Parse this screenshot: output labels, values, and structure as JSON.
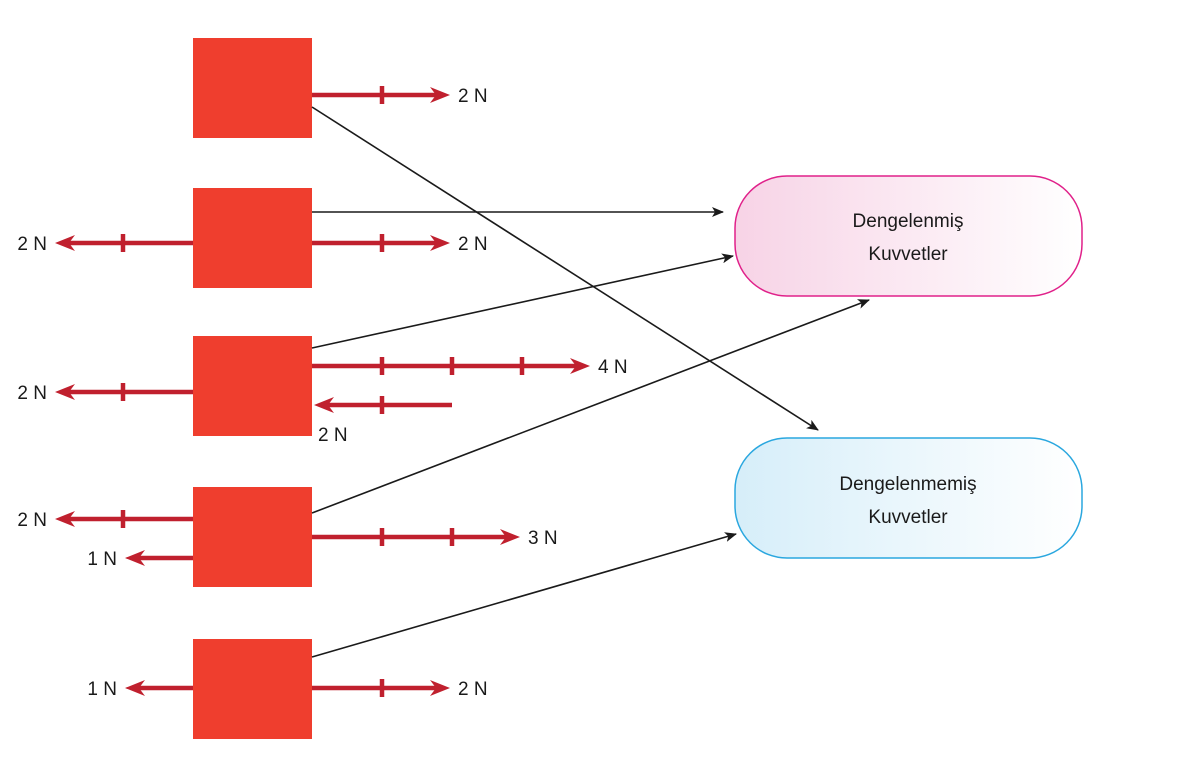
{
  "colors": {
    "box": "#ef3e2e",
    "force_arrow": "#c0202e",
    "connector": "#1a1a1a",
    "balanced_border": "#e0218a",
    "balanced_fill_start": "#f7d3e6",
    "balanced_fill_end": "#ffffff",
    "unbalanced_border": "#2aa7df",
    "unbalanced_fill_start": "#d6eef9",
    "unbalanced_fill_end": "#ffffff"
  },
  "categories": [
    {
      "id": "balanced",
      "line1": "Dengelenmiş",
      "line2": "Kuvvetler"
    },
    {
      "id": "unbalanced",
      "line1": "Dengelenmemiş",
      "line2": "Kuvvetler"
    }
  ],
  "objects": [
    {
      "id": "object-1",
      "forces": [
        {
          "direction": "right",
          "magnitude": 2,
          "label": "2 N"
        }
      ],
      "connects_to": "unbalanced"
    },
    {
      "id": "object-2",
      "forces": [
        {
          "direction": "left",
          "magnitude": 2,
          "label": "2 N"
        },
        {
          "direction": "right",
          "magnitude": 2,
          "label": "2 N"
        }
      ],
      "connects_to": "balanced"
    },
    {
      "id": "object-3",
      "forces": [
        {
          "direction": "left",
          "magnitude": 2,
          "label": "2 N"
        },
        {
          "direction": "right",
          "magnitude": 4,
          "label": "4 N"
        },
        {
          "direction": "left",
          "magnitude": 2,
          "label": "2 N"
        }
      ],
      "connects_to": "balanced"
    },
    {
      "id": "object-4",
      "forces": [
        {
          "direction": "left",
          "magnitude": 2,
          "label": "2 N"
        },
        {
          "direction": "left",
          "magnitude": 1,
          "label": "1 N"
        },
        {
          "direction": "right",
          "magnitude": 3,
          "label": "3 N"
        }
      ],
      "connects_to": "balanced"
    },
    {
      "id": "object-5",
      "forces": [
        {
          "direction": "left",
          "magnitude": 1,
          "label": "1 N"
        },
        {
          "direction": "right",
          "magnitude": 2,
          "label": "2 N"
        }
      ],
      "connects_to": "unbalanced"
    }
  ]
}
